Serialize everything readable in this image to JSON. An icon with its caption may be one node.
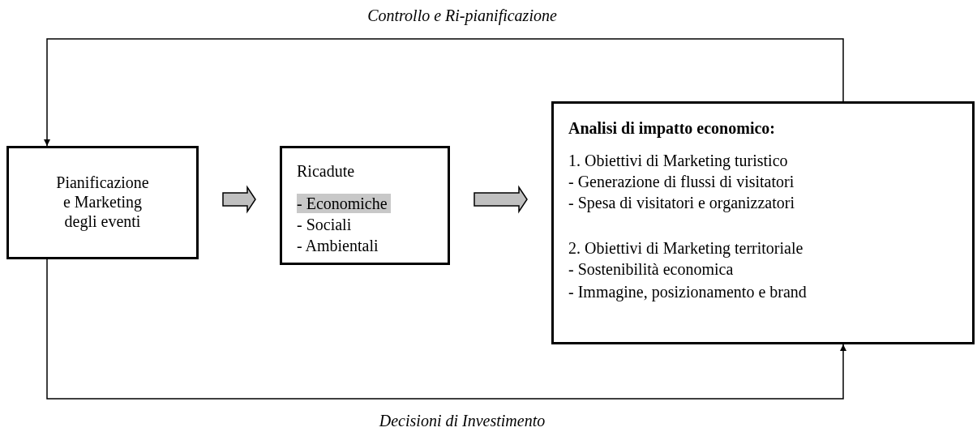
{
  "diagram": {
    "nodes": [
      {
        "text": [
          "Pianificazione e Marketing degli eventi"
        ]
      },
      {
        "text": [
          "Ricadute",
          "- Economiche",
          "- Sociali",
          "- Ambientali"
        ]
      },
      {
        "text": [
          "Analisi di impatto economico:",
          "1. Obiettivi di Marketing turistico",
          "- Generazione di flussi di visitatori",
          "- Spesa di visitatori e organizzatori",
          "2. Obiettivi di Marketing territoriale",
          "- Sostenibilità economica",
          "- Immagine, posizionamento e brand"
        ]
      }
    ],
    "edges": [
      {
        "from": 0,
        "to": 1,
        "arrow": "to",
        "style": "thick"
      },
      {
        "from": 1,
        "to": 2,
        "arrow": "to",
        "style": "thick"
      },
      {
        "from": 2,
        "to": 0,
        "arrow": "to",
        "label": "Controllo e Ri-pianificazione"
      },
      {
        "from": 0,
        "to": 2,
        "arrow": "to",
        "label": "Decisioni di Investimento"
      }
    ]
  }
}
